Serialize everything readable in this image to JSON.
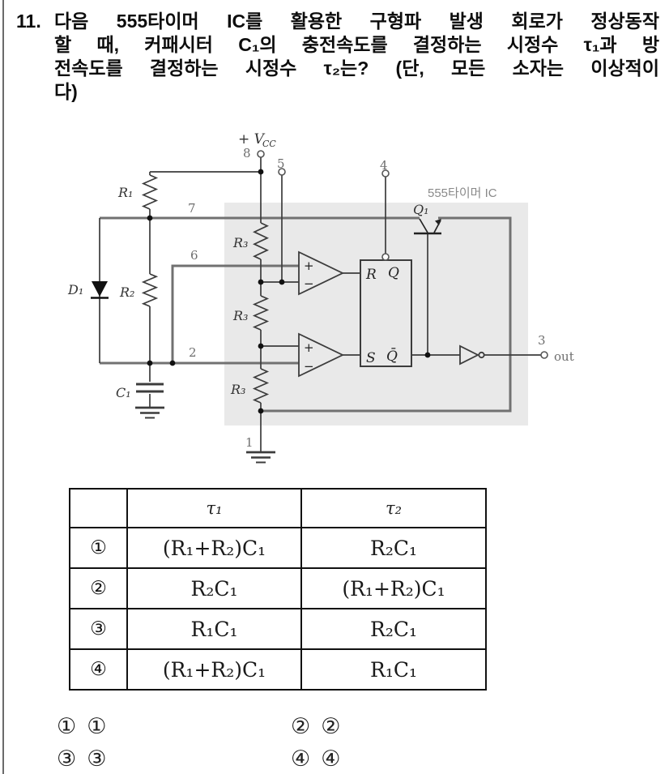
{
  "question": {
    "number": "11.",
    "lines": [
      "다음 555타이머 IC를 활용한 구형파 발생 회로가 정상동작",
      "할 때, 커패시터 C₁의 충전속도를 결정하는 시정수 τ₁과 방",
      "전속도를 결정하는 시정수 τ₂는? (단, 모든 소자는 이상적이",
      "다)"
    ]
  },
  "circuit": {
    "ic_label": "555타이머 IC",
    "vcc_main": "+ V",
    "vcc_sub": "CC",
    "out_label": "out",
    "pins": {
      "p8": "8",
      "p5": "5",
      "p4": "4",
      "p7": "7",
      "p6": "6",
      "p2": "2",
      "p1": "1",
      "p3": "3"
    },
    "components": {
      "r1": "R₁",
      "r2": "R₂",
      "r3_top": "R₃",
      "r3_mid": "R₃",
      "r3_bot": "R₃",
      "d1": "D₁",
      "c1": "C₁",
      "q1": "Q₁"
    },
    "flipflop": {
      "r": "R",
      "q": "Q",
      "s": "S",
      "qbar": "Q̄"
    },
    "comparator": {
      "plus": "+",
      "minus": "−"
    }
  },
  "table": {
    "headers": {
      "tau1": "τ₁",
      "tau2": "τ₂"
    },
    "rows": [
      {
        "num": "①",
        "tau1": "(R₁+R₂)C₁",
        "tau2": "R₂C₁"
      },
      {
        "num": "②",
        "tau1": "R₂C₁",
        "tau2": "(R₁+R₂)C₁"
      },
      {
        "num": "③",
        "tau1": "R₁C₁",
        "tau2": "R₂C₁"
      },
      {
        "num": "④",
        "tau1": "(R₁+R₂)C₁",
        "tau2": "R₁C₁"
      }
    ]
  },
  "choices": [
    {
      "label": "①",
      "value": "①"
    },
    {
      "label": "②",
      "value": "②"
    },
    {
      "label": "③",
      "value": "③"
    },
    {
      "label": "④",
      "value": "④"
    }
  ]
}
